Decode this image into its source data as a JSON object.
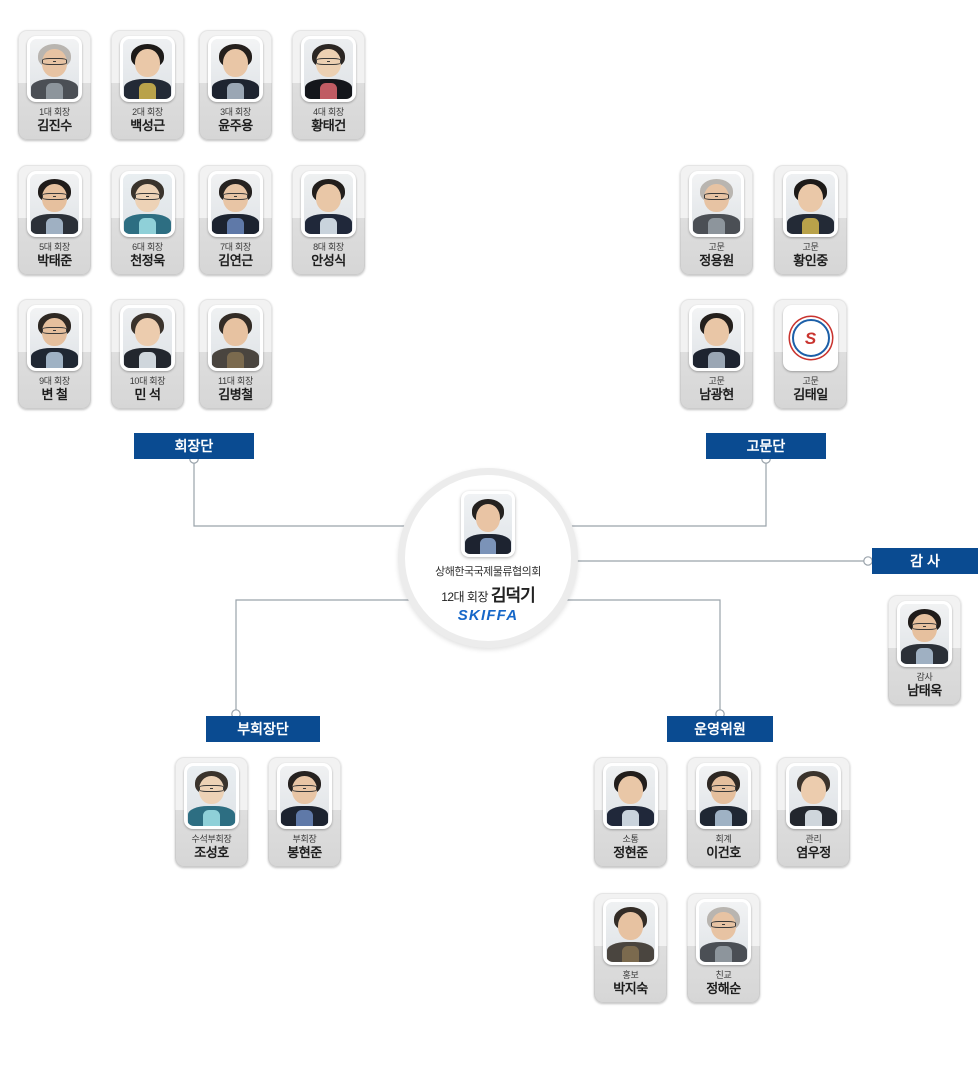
{
  "colors": {
    "label_blue": "#0a4b91",
    "logo_blue": "#1667c8",
    "wire": "#8f9aa4",
    "card_bg_top": "#f2f2f2",
    "card_bg_bottom": "#d6d6d6"
  },
  "center": {
    "organization": "상해한국국제물류협의회",
    "term_prefix": "12대 회장",
    "chairman_name": "김덕기",
    "logo_text": "SKIFFA",
    "photo_alt": "chairman-portrait"
  },
  "sections": {
    "chairmen": {
      "label": "회장단",
      "members": [
        {
          "role": "1대 회장",
          "name": "김진수"
        },
        {
          "role": "2대 회장",
          "name": "백성근"
        },
        {
          "role": "3대 회장",
          "name": "윤주용"
        },
        {
          "role": "4대 회장",
          "name": "황태건"
        },
        {
          "role": "5대 회장",
          "name": "박태준"
        },
        {
          "role": "6대 회장",
          "name": "천정욱"
        },
        {
          "role": "7대 회장",
          "name": "김연근"
        },
        {
          "role": "8대 회장",
          "name": "안성식"
        },
        {
          "role": "9대 회장",
          "name": "변 철"
        },
        {
          "role": "10대 회장",
          "name": "민 석"
        },
        {
          "role": "11대 회장",
          "name": "김병철"
        }
      ]
    },
    "advisors": {
      "label": "고문단",
      "members": [
        {
          "role": "고문",
          "name": "정용원"
        },
        {
          "role": "고문",
          "name": "황인중"
        },
        {
          "role": "고문",
          "name": "남광현"
        },
        {
          "role": "고문",
          "name": "김태일"
        }
      ]
    },
    "auditor": {
      "label": "감 사",
      "members": [
        {
          "role": "감사",
          "name": "남태욱"
        }
      ]
    },
    "vice_chairmen": {
      "label": "부회장단",
      "members": [
        {
          "role": "수석부회장",
          "name": "조성호"
        },
        {
          "role": "부회장",
          "name": "봉현준"
        }
      ]
    },
    "operating_committee": {
      "label": "운영위원",
      "members": [
        {
          "role": "소통",
          "name": "정현준"
        },
        {
          "role": "회계",
          "name": "이건호"
        },
        {
          "role": "관리",
          "name": "염우정"
        },
        {
          "role": "홍보",
          "name": "박지숙"
        },
        {
          "role": "친교",
          "name": "정해순"
        }
      ]
    }
  }
}
